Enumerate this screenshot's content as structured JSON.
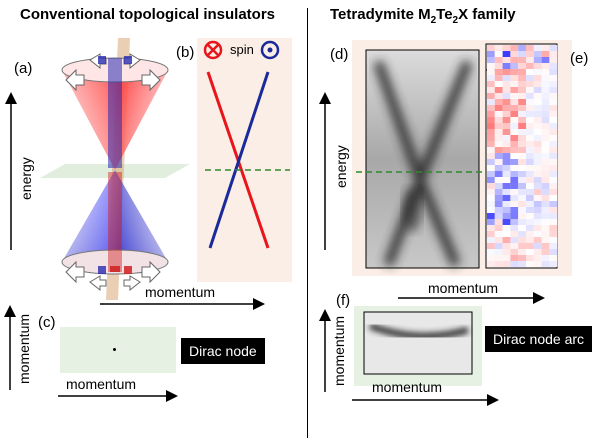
{
  "left": {
    "title": "Conventional topological insulators",
    "panel_a": "(a)",
    "panel_b": "(b)",
    "panel_c": "(c)",
    "energy_label": "energy",
    "momentum_label": "momentum",
    "momentum_vertical_label": "momentum",
    "momentum_bottom_label": "momentum",
    "spin_label": "spin",
    "dirac_node_label": "Dirac node"
  },
  "right": {
    "title_prefix": "Tetradymite M",
    "title_sub1": "2",
    "title_mid": "Te",
    "title_sub2": "2",
    "title_suffix": "X family",
    "panel_d": "(d)",
    "panel_e": "(e)",
    "panel_f": "(f)",
    "energy_label": "energy",
    "momentum_label": "momentum",
    "momentum_vertical_label": "momentum",
    "momentum_bottom_label": "momentum",
    "dirac_node_arc_label": "Dirac node arc"
  },
  "colors": {
    "red": "#e8151b",
    "blue": "#1a2a9a",
    "panel_bg": "#fbeee6",
    "green_bg": "#e6f1e4",
    "dashed_green": "#2f8a2f"
  }
}
